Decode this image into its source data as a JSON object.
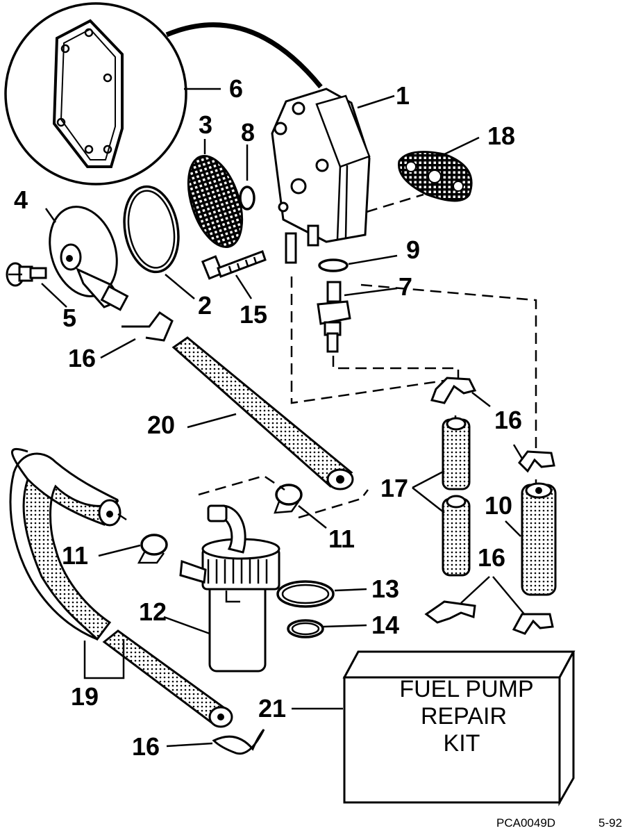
{
  "callouts": {
    "c1": "1",
    "c2": "2",
    "c3": "3",
    "c4": "4",
    "c5": "5",
    "c6": "6",
    "c7": "7",
    "c8": "8",
    "c9": "9",
    "c10": "10",
    "c11a": "11",
    "c11b": "11",
    "c12": "12",
    "c13": "13",
    "c14": "14",
    "c15": "15",
    "c16a": "16",
    "c16b": "16",
    "c16c": "16",
    "c16d": "16",
    "c17": "17",
    "c18": "18",
    "c19": "19",
    "c20": "20",
    "c21": "21"
  },
  "kit_box": {
    "line1": "FUEL PUMP",
    "line2": "REPAIR",
    "line3": "KIT"
  },
  "footer": {
    "code": "PCA0049D",
    "page": "5-92"
  }
}
